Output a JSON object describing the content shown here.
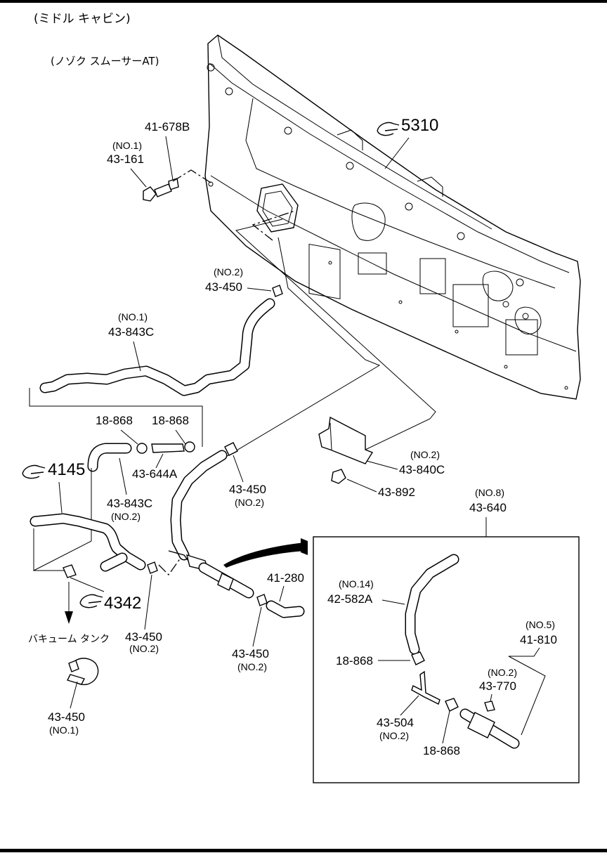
{
  "header": {
    "title": "(ミドル キャビン)",
    "subtitle": "(ノゾク スムーサーAT)"
  },
  "labels": {
    "p41_678b": "41-678B",
    "p43_161_no": "(NO.1)",
    "p43_161": "43-161",
    "p5310": "5310",
    "p43_450_a_no": "(NO.2)",
    "p43_450_a": "43-450",
    "p43_843c_a_no": "(NO.1)",
    "p43_843c_a": "43-843C",
    "p18_868_a": "18-868",
    "p18_868_b": "18-868",
    "p43_644a": "43-644A",
    "p4145": "4145",
    "p43_843c_b": "43-843C",
    "p43_843c_b_no": "(NO.2)",
    "p43_450_b": "43-450",
    "p43_450_b_no": "(NO.2)",
    "p43_840c_no": "(NO.2)",
    "p43_840c": "43-840C",
    "p43_892": "43-892",
    "p43_640_no": "(NO.8)",
    "p43_640": "43-640",
    "p41_280": "41-280",
    "p4342": "4342",
    "vacuum_tank": "バキューム タンク",
    "p43_450_c": "43-450",
    "p43_450_c_no": "(NO.2)",
    "p43_450_d": "43-450",
    "p43_450_d_no": "(NO.2)",
    "p43_450_e": "43-450",
    "p43_450_e_no": "(NO.1)",
    "p42_582a_no": "(NO.14)",
    "p42_582a": "42-582A",
    "p41_810_no": "(NO.5)",
    "p41_810": "41-810",
    "p43_770_no": "(NO.2)",
    "p43_770": "43-770",
    "p18_868_c": "18-868",
    "p43_504": "43-504",
    "p43_504_no": "(NO.2)",
    "p18_868_d": "18-868"
  },
  "icons": [
    "pointing-hand-icon"
  ],
  "colors": {
    "ink": "#000000",
    "paper": "#ffffff"
  }
}
